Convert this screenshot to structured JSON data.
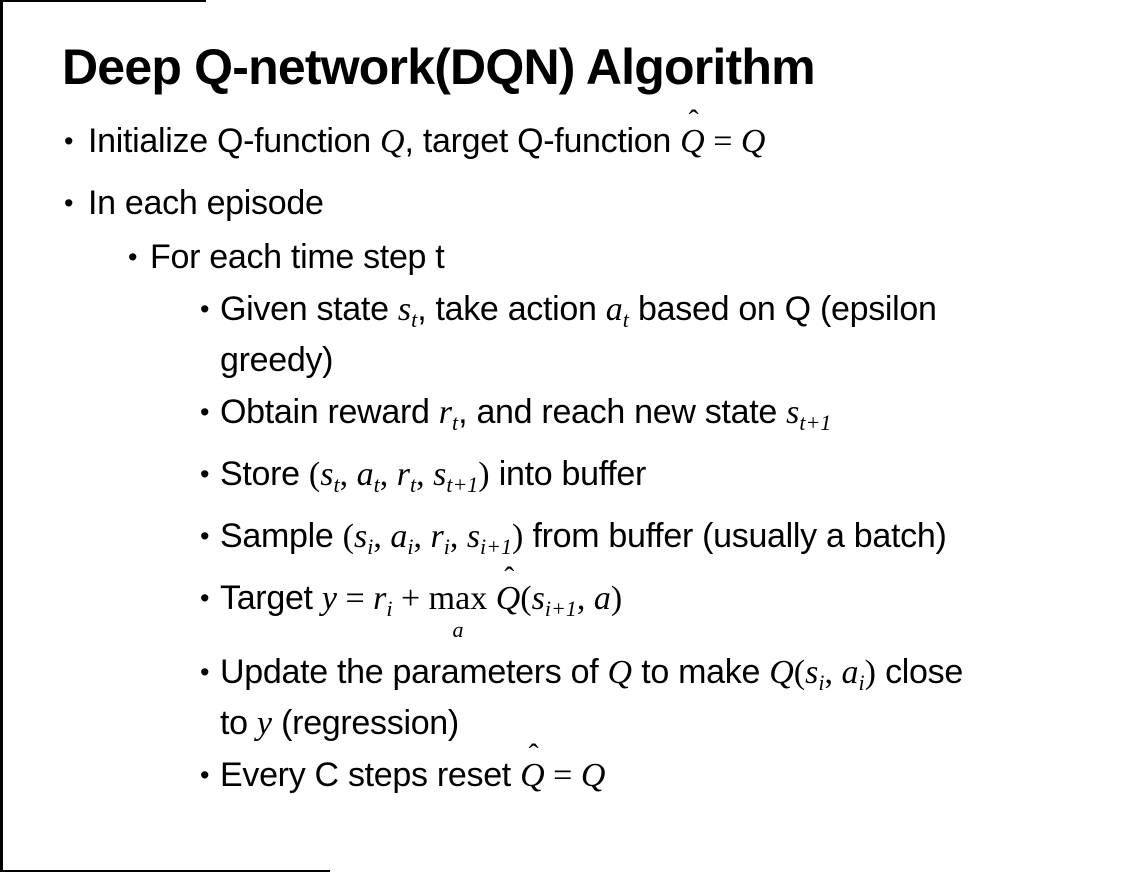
{
  "slide": {
    "title": "Deep Q-network(DQN) Algorithm",
    "bullet_glyph": "•",
    "hat_glyph": "ˆ",
    "text_color": "#000000",
    "background_color": "#ffffff",
    "bullets": [
      {
        "level": 1,
        "runs": [
          {
            "t": "txt",
            "v": "Initialize Q-function "
          },
          {
            "t": "var",
            "v": "Q"
          },
          {
            "t": "txt",
            "v": ", target Q-function "
          },
          {
            "t": "hat",
            "v": "Q"
          },
          {
            "t": "sym",
            "v": " = "
          },
          {
            "t": "var",
            "v": "Q"
          }
        ]
      },
      {
        "level": 1,
        "runs": [
          {
            "t": "txt",
            "v": "In each episode"
          }
        ]
      },
      {
        "level": 2,
        "runs": [
          {
            "t": "txt",
            "v": "For each time step t"
          }
        ]
      },
      {
        "level": 3,
        "runs": [
          {
            "t": "txt",
            "v": "Given state "
          },
          {
            "t": "var",
            "v": "s"
          },
          {
            "t": "sub",
            "v": "t"
          },
          {
            "t": "txt",
            "v": ", take action "
          },
          {
            "t": "var",
            "v": "a"
          },
          {
            "t": "sub",
            "v": "t"
          },
          {
            "t": "txt",
            "v": " based on Q (epsilon"
          },
          {
            "t": "br"
          },
          {
            "t": "txt",
            "v": "greedy)"
          }
        ]
      },
      {
        "level": 3,
        "runs": [
          {
            "t": "txt",
            "v": "Obtain reward "
          },
          {
            "t": "var",
            "v": "r"
          },
          {
            "t": "sub",
            "v": "t"
          },
          {
            "t": "txt",
            "v": ", and reach new state "
          },
          {
            "t": "var",
            "v": "s"
          },
          {
            "t": "sub",
            "v": "t+1"
          }
        ]
      },
      {
        "level": 3,
        "runs": [
          {
            "t": "txt",
            "v": "Store "
          },
          {
            "t": "sym",
            "v": "("
          },
          {
            "t": "var",
            "v": "s"
          },
          {
            "t": "sub",
            "v": "t"
          },
          {
            "t": "sym",
            "v": ", "
          },
          {
            "t": "var",
            "v": "a"
          },
          {
            "t": "sub",
            "v": "t"
          },
          {
            "t": "sym",
            "v": ", "
          },
          {
            "t": "var",
            "v": "r"
          },
          {
            "t": "sub",
            "v": "t"
          },
          {
            "t": "sym",
            "v": ", "
          },
          {
            "t": "var",
            "v": "s"
          },
          {
            "t": "sub",
            "v": "t+1"
          },
          {
            "t": "sym",
            "v": ")"
          },
          {
            "t": "txt",
            "v": " into buffer"
          }
        ]
      },
      {
        "level": 3,
        "runs": [
          {
            "t": "txt",
            "v": "Sample "
          },
          {
            "t": "sym",
            "v": "("
          },
          {
            "t": "var",
            "v": "s"
          },
          {
            "t": "sub",
            "v": "i"
          },
          {
            "t": "sym",
            "v": ", "
          },
          {
            "t": "var",
            "v": "a"
          },
          {
            "t": "sub",
            "v": "i"
          },
          {
            "t": "sym",
            "v": ", "
          },
          {
            "t": "var",
            "v": "r"
          },
          {
            "t": "sub",
            "v": "i"
          },
          {
            "t": "sym",
            "v": ", "
          },
          {
            "t": "var",
            "v": "s"
          },
          {
            "t": "sub",
            "v": "i+1"
          },
          {
            "t": "sym",
            "v": ")"
          },
          {
            "t": "txt",
            "v": " from buffer (usually a batch)"
          }
        ]
      },
      {
        "level": 3,
        "runs": [
          {
            "t": "txt",
            "v": "Target "
          },
          {
            "t": "var",
            "v": "y"
          },
          {
            "t": "sym",
            "v": " = "
          },
          {
            "t": "var",
            "v": "r"
          },
          {
            "t": "sub",
            "v": "i"
          },
          {
            "t": "sym",
            "v": " + "
          },
          {
            "t": "max",
            "base": "max",
            "under": "a"
          },
          {
            "t": "sym",
            "v": " "
          },
          {
            "t": "hat",
            "v": "Q"
          },
          {
            "t": "sym",
            "v": "("
          },
          {
            "t": "var",
            "v": "s"
          },
          {
            "t": "sub",
            "v": "i+1"
          },
          {
            "t": "sym",
            "v": ", "
          },
          {
            "t": "var",
            "v": "a"
          },
          {
            "t": "sym",
            "v": ")"
          }
        ]
      },
      {
        "level": 3,
        "runs": [
          {
            "t": "txt",
            "v": "Update the parameters of "
          },
          {
            "t": "var",
            "v": "Q"
          },
          {
            "t": "txt",
            "v": " to make "
          },
          {
            "t": "var",
            "v": "Q"
          },
          {
            "t": "sym",
            "v": "("
          },
          {
            "t": "var",
            "v": "s"
          },
          {
            "t": "sub",
            "v": "i"
          },
          {
            "t": "sym",
            "v": ", "
          },
          {
            "t": "var",
            "v": "a"
          },
          {
            "t": "sub",
            "v": "i"
          },
          {
            "t": "sym",
            "v": ")"
          },
          {
            "t": "txt",
            "v": " close"
          },
          {
            "t": "br"
          },
          {
            "t": "txt",
            "v": "to "
          },
          {
            "t": "var",
            "v": "y"
          },
          {
            "t": "txt",
            "v": " (regression)"
          }
        ]
      },
      {
        "level": 3,
        "runs": [
          {
            "t": "txt",
            "v": "Every C steps reset "
          },
          {
            "t": "hat",
            "v": "Q"
          },
          {
            "t": "sym",
            "v": " = "
          },
          {
            "t": "var",
            "v": "Q"
          }
        ]
      }
    ]
  }
}
